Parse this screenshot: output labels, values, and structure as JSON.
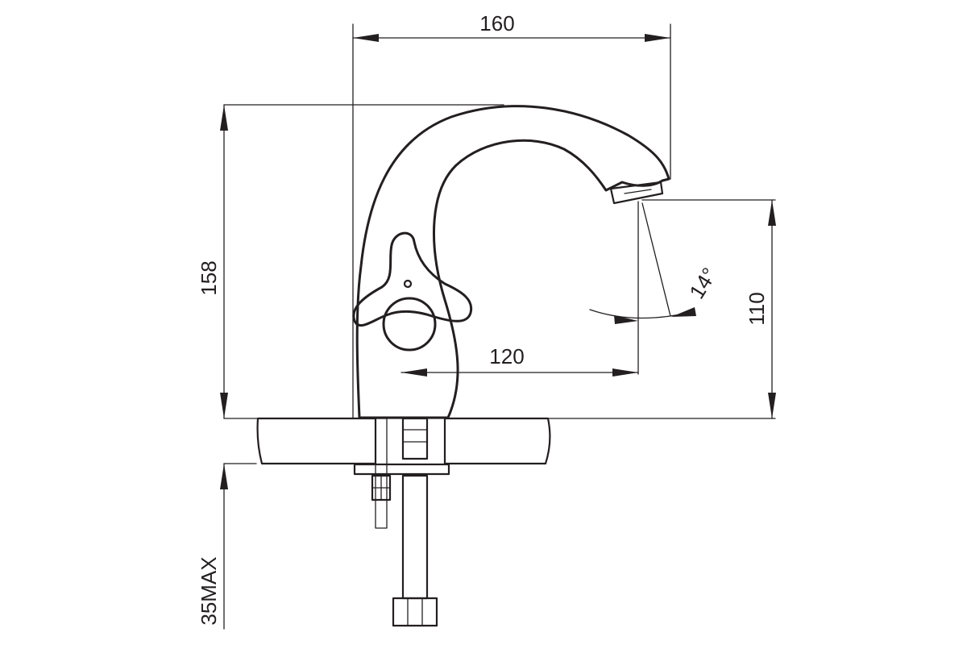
{
  "dimensions": {
    "width_top": "160",
    "height_left": "158",
    "height_right": "110",
    "spout_reach": "120",
    "angle": "14°",
    "max_thickness": "35MAX"
  },
  "colors": {
    "line": "#231f20",
    "background": "#ffffff"
  }
}
